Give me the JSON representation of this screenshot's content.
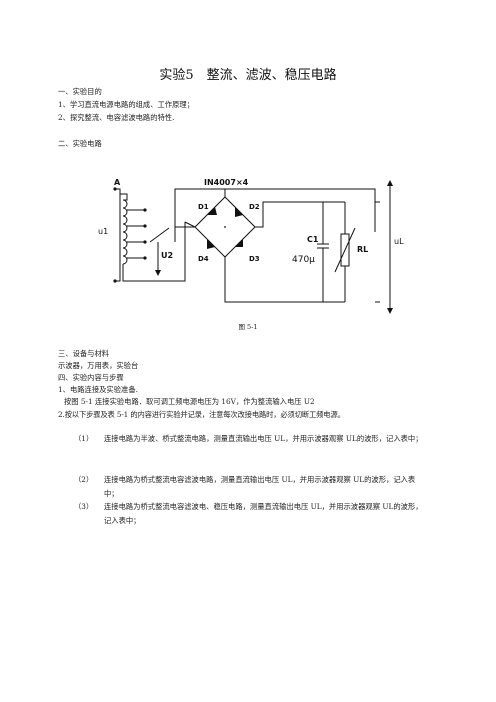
{
  "doc": {
    "title": "实验5　整流、滤波、稳压电路",
    "s1": {
      "heading": "一、实验目的",
      "lines": [
        "1、学习直流电源电路的组成、工作原理；",
        "2、探究整流、电容滤波电路的特性."
      ]
    },
    "s2": {
      "heading": "二、实验电路"
    },
    "figure": {
      "caption": "图 5-1",
      "labels": {
        "diode_spec": "IN4007×4",
        "A": "A",
        "u1": "u1",
        "u2": "U2",
        "d1": "D1",
        "d2": "D2",
        "d3": "D3",
        "d4": "D4",
        "c1": "C1",
        "cap_value": "470μ",
        "rl": "RL",
        "ul": "uL"
      }
    },
    "s3": {
      "heading": "三、设备与材料",
      "text": "示波器，万用表，实验台"
    },
    "s4": {
      "heading": "四、实验内容与步骤",
      "sub1": "1、电路连接及实验准备.",
      "sub1_text": "按图 5-1 连接实验电路．取可调工频电源电压为 16V，作为整流输入电压 U2",
      "sub2": "2.按以下步骤及表 5-1 的内容进行实验并记录，注意每次改接电路时，必须切断工频电源。",
      "items": [
        {
          "num": "（1）",
          "text": "连接电路为半波、桥式整流电路，测量直流输出电压 UL，并用示波器观察 UL的波形，记入表中；"
        },
        {
          "num": "（2）",
          "text": "连接电路为桥式整流电容滤波电路，测量直流输出电压 UL，并用示波器观察 UL的波形，记入表中；"
        },
        {
          "num": "（3）",
          "text": "连接电路为桥式整流电容滤波电、稳压电路，测量直流输出电压 UL，并用示波器观察 UL的波形，记入表中；"
        }
      ]
    }
  }
}
